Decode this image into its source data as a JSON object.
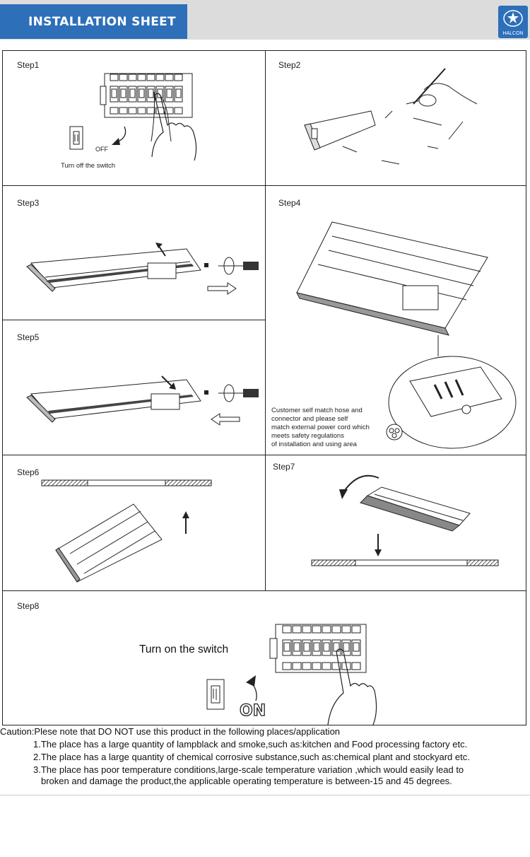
{
  "header": {
    "title": "INSTALLATION SHEET",
    "logo_text": "HALCON"
  },
  "steps": [
    {
      "label": "Step1",
      "caption": "Turn off the switch",
      "switch_state": "OFF"
    },
    {
      "label": "Step2"
    },
    {
      "label": "Step3"
    },
    {
      "label": "Step4"
    },
    {
      "label": "Step5",
      "note_lines": [
        "Customer self match hose and",
        "connector and please self",
        "match external power cord which",
        "meets safety regulations",
        "of installation and using area"
      ]
    },
    {
      "label": "Step6"
    },
    {
      "label": "Step7"
    },
    {
      "label": "Step8",
      "caption": "Turn on the switch",
      "switch_state": "ON"
    }
  ],
  "breaker": {
    "on": "ON",
    "off": "OFF"
  },
  "caution": {
    "lead": "Caution:Plese note that DO NOT use this product in the following places/application",
    "items": [
      "1.The place has a large quantity of lampblack and smoke,such as:kitchen and Food processing factory etc.",
      "2.The place has a large quantity of chemical corrosive substance,such as:chemical plant and stockyard etc.",
      "3.The place has poor temperature conditions,large-scale temperature variation ,which would easily lead to",
      "broken and damage the product,the applicable operating temperature is between-15 and 45 degrees."
    ]
  }
}
